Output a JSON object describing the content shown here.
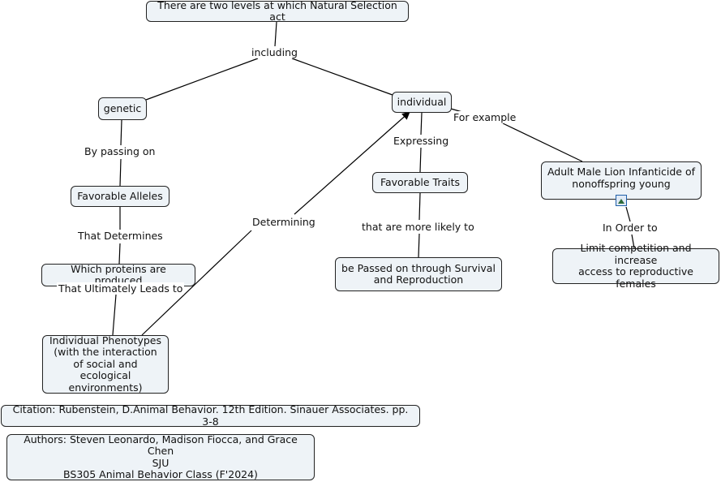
{
  "nodes": {
    "root": "There are two levels at which Natural Selection act",
    "genetic": "genetic",
    "individual": "individual",
    "favorable_alleles": "Favorable Alleles",
    "which_proteins": "Which proteins are produced",
    "phenotypes": "Individual Phenotypes\n(with the interaction\nof social and ecological\nenvironments)",
    "favorable_traits": "Favorable Traits",
    "passed_on": "be Passed on through Survival\nand Reproduction",
    "lion": "Adult Male Lion Infanticide of\nnonoffspring young",
    "limit_competition": "Limit competition and increase\naccess to reproductive females",
    "citation": "Citation: Rubenstein, D.Animal Behavior. 12th Edition. Sinauer Associates. pp. 3-8",
    "authors": "Authors: Steven Leonardo, Madison Fiocca, and Grace Chen\nSJU\nBS305 Animal Behavior Class (F'2024)"
  },
  "links": {
    "including": "including",
    "by_passing_on": "By passing on",
    "that_determines": "That Determines",
    "that_ultimately_leads_to": "That Ultimately Leads to",
    "determining": "Determining",
    "expressing": "Expressing",
    "that_are_more_likely_to": "that are more likely to",
    "for_example": "For example",
    "in_order_to": "In Order to"
  },
  "icons": {
    "lion_node_attachment": "image-icon"
  }
}
